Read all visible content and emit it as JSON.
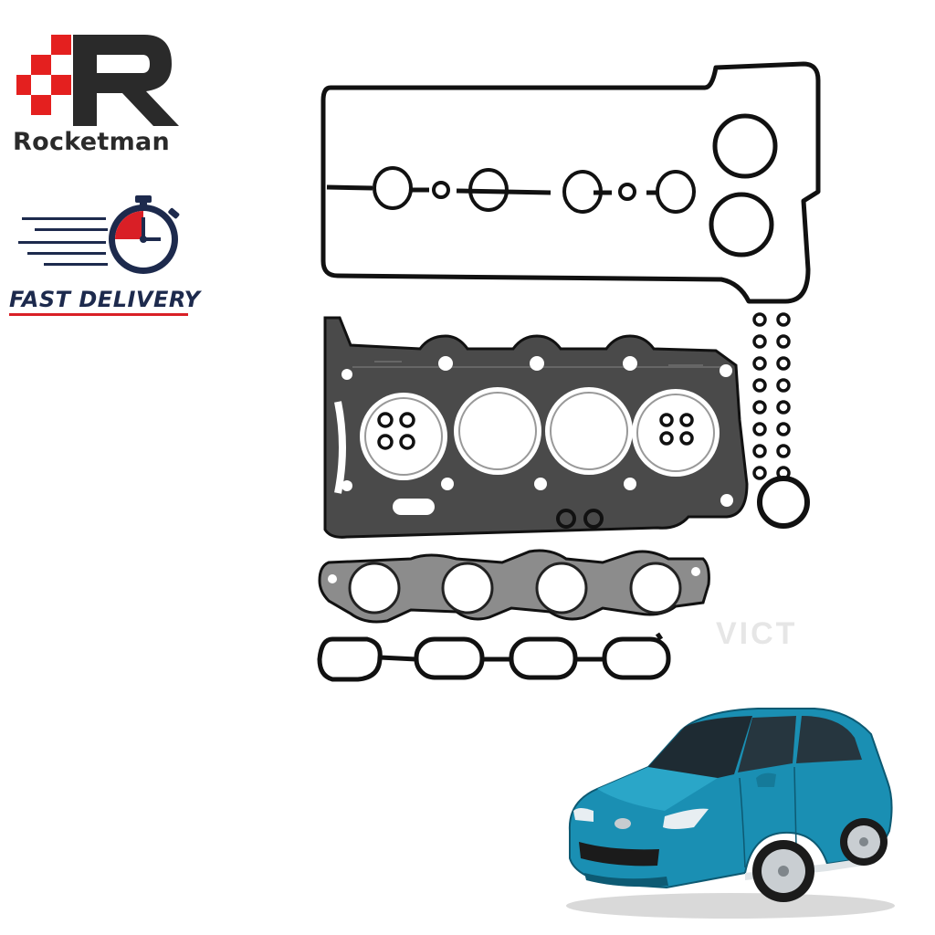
{
  "brand": {
    "name": "Rocketman",
    "logo_icon": "rocketman-r-logo-icon",
    "colors": {
      "red": "#e4201f",
      "dark": "#2a2a2a"
    }
  },
  "delivery": {
    "label": "FAST DELIVERY",
    "icon": "stopwatch-icon",
    "colors": {
      "navy": "#1d2a4d",
      "red": "#d91f26"
    }
  },
  "product": {
    "image": "engine-head-gasket-kit",
    "watermark": "VICT"
  },
  "vehicle": {
    "image": "blue-sedan-car",
    "color": "#1a8fb3"
  }
}
